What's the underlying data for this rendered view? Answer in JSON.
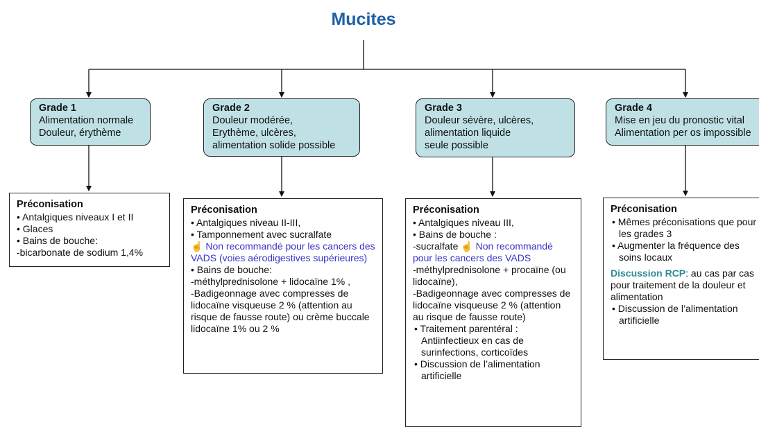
{
  "title": "Mucites",
  "grades": [
    {
      "title": "Grade 1",
      "lines": [
        "Alimentation normale",
        "Douleur, érythème"
      ]
    },
    {
      "title": "Grade 2",
      "lines": [
        "Douleur modérée,",
        "Erythème, ulcères,",
        "alimentation solide possible"
      ]
    },
    {
      "title": "Grade 3",
      "lines": [
        "Douleur sévère, ulcères,",
        "alimentation liquide",
        "seule possible"
      ]
    },
    {
      "title": "Grade 4",
      "lines": [
        "Mise en jeu du pronostic vital",
        "Alimentation per os impossible"
      ]
    }
  ],
  "recommendations": {
    "heading": "Préconisation",
    "g1": {
      "b1": "• Antalgiques niveaux I et II",
      "b2": "• Glaces",
      "b3": "• Bains de bouche:",
      "l4": "-bicarbonate de sodium 1,4%"
    },
    "g2": {
      "b1": "• Antalgiques niveau II-III,",
      "b2": "• Tamponnement avec sucralfate",
      "note": "Non recommandé pour les cancers des VADS (voies aérodigestives supérieures)",
      "b3": "• Bains de bouche:",
      "l4": "-méthylprednisolone + lidocaïne 1% ,",
      "l5": "-Badigeonnage avec compresses de lidocaïne visqueuse 2 % (attention au risque de fausse route) ou crème buccale lidocaïne 1% ou  2 %"
    },
    "g3": {
      "b1": "• Antalgiques niveau III,",
      "b2": "• Bains de bouche :",
      "l3": "-sucralfate",
      "note": "Non recommandé pour les cancers des VADS",
      "l4": "-méthylprednisolone + procaïne (ou lidocaïne),",
      "l5": "-Badigeonnage avec compresses de lidocaïne visqueuse 2 % (attention au risque de fausse route)",
      "b6": "• Traitement parentéral : Antiinfectieux en cas de surinfections, corticoïdes",
      "b7": "• Discussion de l’alimentation artificielle"
    },
    "g4": {
      "b1": "• Mêmes préconisations que pour les grades 3",
      "b2": "• Augmenter la fréquence des soins locaux",
      "rcp_label": "Discussion RCP",
      "rcp_text": ": au cas par cas pour traitement de la douleur et alimentation",
      "b3": "• Discussion de l’alimentation artificielle"
    }
  },
  "colors": {
    "title": "#1f5fa8",
    "grade_fill": "#bfe1e6",
    "note": "#3a32c8",
    "rcp": "#2f8a96"
  },
  "icons": {
    "note": "hand-icon"
  }
}
